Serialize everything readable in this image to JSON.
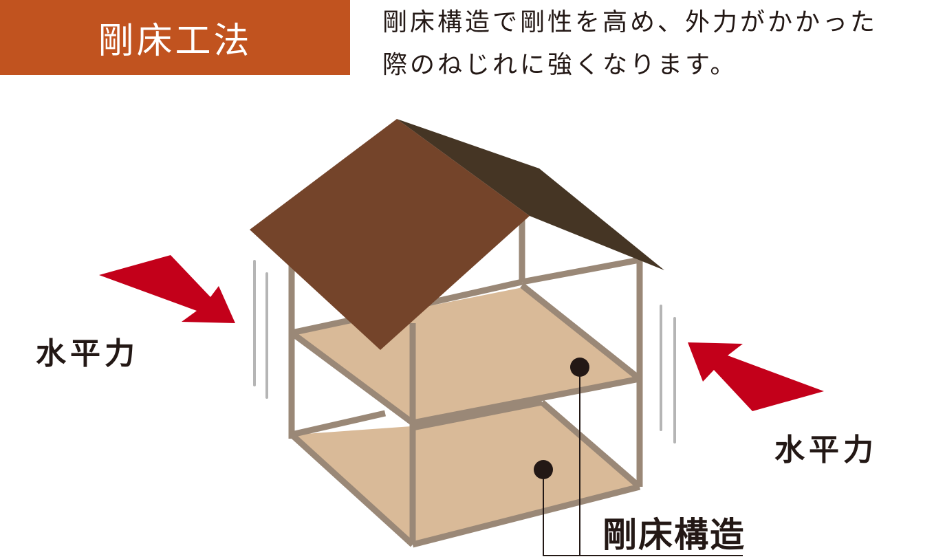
{
  "header": {
    "title": "剛床工法",
    "description_lines": [
      "剛床構造で剛性を高め、外力がかかった",
      "際のねじれに強くなります。"
    ]
  },
  "diagram": {
    "force_label_left": "水平力",
    "force_label_right": "水平力",
    "structure_label": "剛床構造",
    "colors": {
      "title_bg": "#C1531F",
      "roof_front": "#74442A",
      "roof_side": "#453524",
      "frame": "#9A8877",
      "floor": "#D9BA98",
      "arrow": "#C3001A",
      "vibration_lines": "#B5B5B5",
      "text": "#231815"
    }
  }
}
